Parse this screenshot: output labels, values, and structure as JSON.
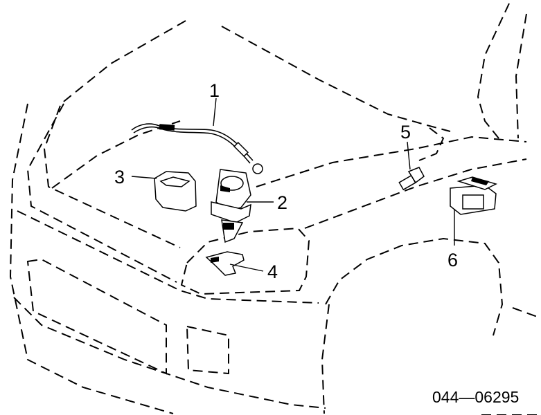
{
  "diagram": {
    "callouts": [
      "1",
      "2",
      "3",
      "4",
      "5",
      "6"
    ],
    "figure_code": "044—06295"
  }
}
